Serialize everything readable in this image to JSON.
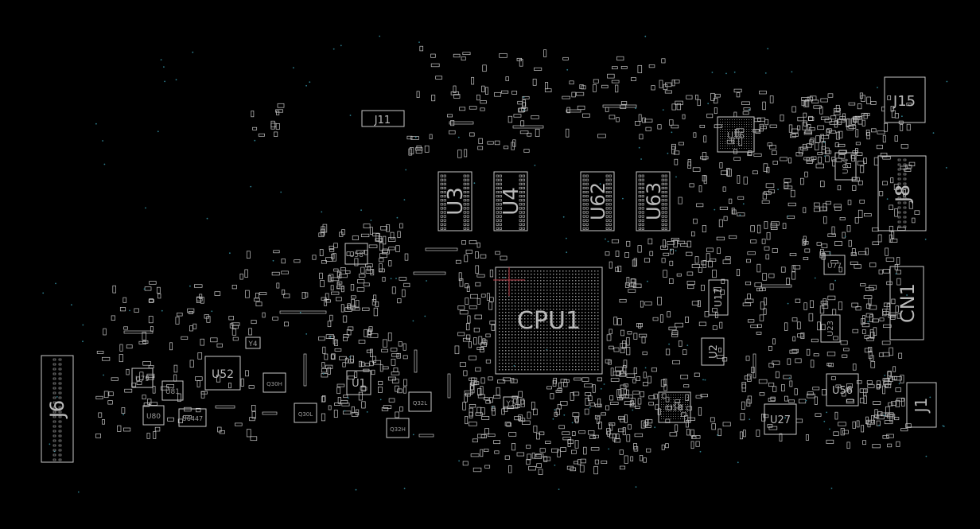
{
  "colors": {
    "background": "#000000",
    "outline": "#c8c8c8",
    "text": "#b9b9b9",
    "dim": "#9a9a9a",
    "via": "#2e7f8f",
    "cursor": "#c0404a"
  },
  "components": {
    "cpu": "CPU1",
    "ram1": "U3",
    "ram2": "U4",
    "ram3": "U62",
    "ram4": "U63",
    "j15": "J15",
    "j8": "J8",
    "cn1": "CN1",
    "j6": "J6",
    "j11": "J11",
    "j1": "J1",
    "u52": "U52",
    "u1": "U1",
    "u2": "U2",
    "u17": "U17",
    "u56": "U56",
    "u27": "U27",
    "u23": "U23",
    "u94": "U94",
    "u16": "U16",
    "u18": "U18",
    "u58": "U58",
    "u77": "U77",
    "u79": "U79",
    "u81": "U81",
    "u80": "U80",
    "u6447": "U6447",
    "y4": "Y4",
    "y1": "Y1",
    "q30h": "Q30H",
    "q30l": "Q30L",
    "q32l": "Q32L",
    "q32h": "Q32H"
  }
}
